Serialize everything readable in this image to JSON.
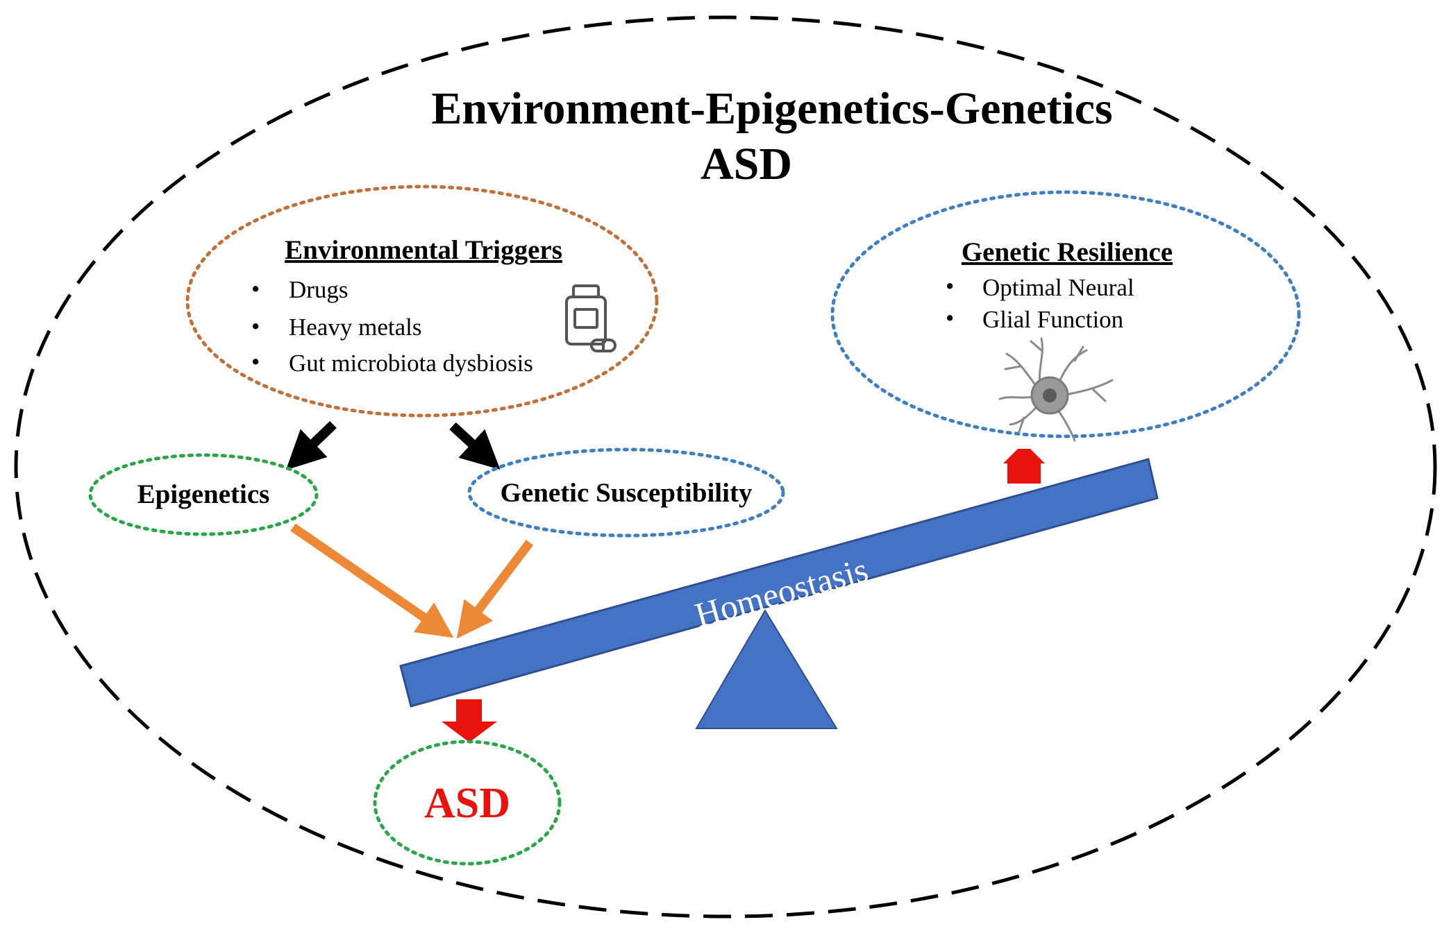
{
  "title": {
    "line1": "Environment-Epigenetics-Genetics",
    "line2": "ASD"
  },
  "environmental_triggers": {
    "heading": "Environmental Triggers",
    "items": [
      "Drugs",
      "Heavy metals",
      "Gut microbiota dysbiosis"
    ],
    "icon": "pill-bottle-icon"
  },
  "genetic_resilience": {
    "heading": "Genetic Resilience",
    "items": [
      "Optimal Neural",
      "Glial Function"
    ],
    "icon": "neuron-icon"
  },
  "epigenetics": {
    "label": "Epigenetics"
  },
  "genetic_susceptibility": {
    "label": "Genetic Susceptibility"
  },
  "seesaw": {
    "beam_label": "Homeostasis"
  },
  "outcome": {
    "label": "ASD"
  },
  "colors": {
    "outline": "#000000",
    "environment_border": "#c0703a",
    "blue_border": "#3f7fbf",
    "green_border": "#2aa64a",
    "beam_fill": "#4472c4",
    "beam_stroke": "#2f4f8f",
    "orange_arrow": "#ed8936",
    "red_arrow": "#e8130c",
    "asd_text": "#e8130c"
  }
}
